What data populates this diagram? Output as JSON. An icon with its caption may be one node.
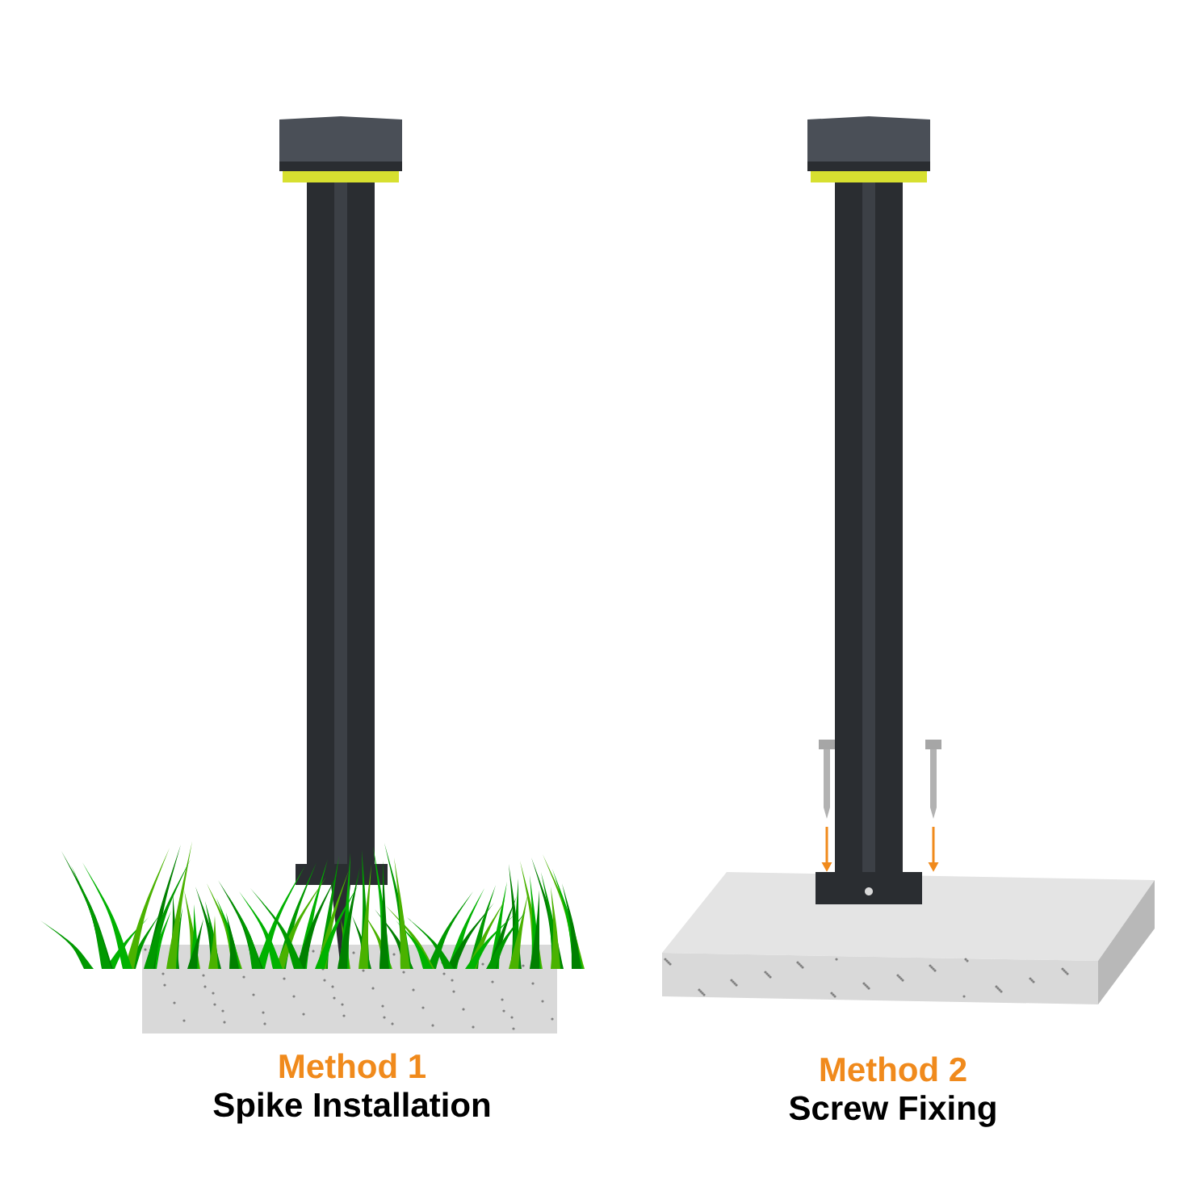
{
  "diagram": {
    "labels": [
      "Method 1",
      "Spike Installation",
      "Method 2",
      "Screw Fixing"
    ]
  }
}
